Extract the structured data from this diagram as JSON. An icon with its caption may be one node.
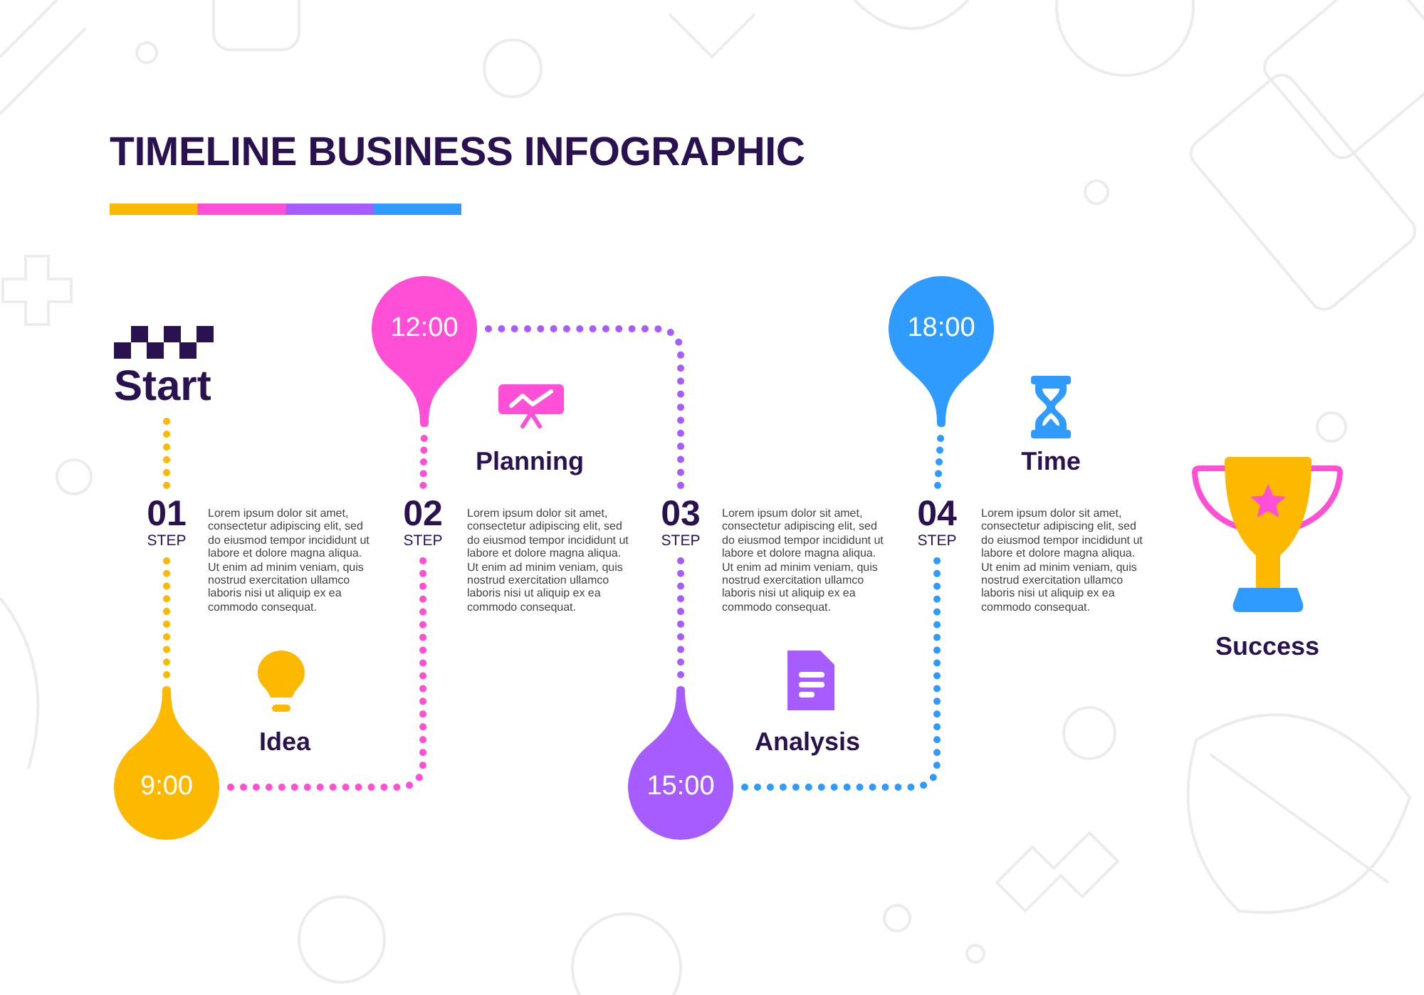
{
  "diagram": {
    "title": "TIMELINE BUSINESS INFOGRAPHIC",
    "nodes": [
      {
        "text": [
          "Start"
        ]
      },
      {
        "text": [
          "01",
          "STEP"
        ],
        "beside": [
          "Lorem ipsum dolor sit amet, consectetur adipiscing elit, sed do eiusmod tempor incididunt ut labore et dolore magna aliqua. Ut enim ad minim veniam, quis nostrud exercitation ullamco laboris nisi ut aliquip ex ea commodo consequat."
        ]
      },
      {
        "text": [
          "9:00"
        ],
        "beside": [
          "Idea"
        ]
      },
      {
        "text": [
          "02",
          "STEP"
        ],
        "beside": [
          "Lorem ipsum dolor sit amet, consectetur adipiscing elit, sed do eiusmod tempor incididunt ut labore et dolore magna aliqua. Ut enim ad minim veniam, quis nostrud exercitation ullamco laboris nisi ut aliquip ex ea commodo consequat."
        ]
      },
      {
        "text": [
          "12:00"
        ],
        "beside": [
          "Planning"
        ]
      },
      {
        "text": [
          "03",
          "STEP"
        ],
        "beside": [
          "Lorem ipsum dolor sit amet, consectetur adipiscing elit, sed do eiusmod tempor incididunt ut labore et dolore magna aliqua. Ut enim ad minim veniam, quis nostrud exercitation ullamco laboris nisi ut aliquip ex ea commodo consequat."
        ]
      },
      {
        "text": [
          "15:00"
        ],
        "beside": [
          "Analysis"
        ]
      },
      {
        "text": [
          "04",
          "STEP"
        ],
        "beside": [
          "Lorem ipsum dolor sit amet, consectetur adipiscing elit, sed do eiusmod tempor incididunt ut labore et dolore magna aliqua. Ut enim ad minim veniam, quis nostrud exercitation ullamco laboris nisi ut aliquip ex ea commodo consequat."
        ]
      },
      {
        "text": [
          "18:00"
        ],
        "beside": [
          "Time"
        ]
      }
    ],
    "edges": [
      {
        "from": 0,
        "to": 1,
        "arrow": "none",
        "color": "#fcb900"
      },
      {
        "from": 1,
        "to": 2,
        "arrow": "none",
        "color": "#fcb900"
      },
      {
        "from": 2,
        "to": 3,
        "arrow": "none",
        "color": "#ff4fd6"
      },
      {
        "from": 3,
        "to": 4,
        "arrow": "none",
        "color": "#ff4fd6"
      },
      {
        "from": 4,
        "to": 5,
        "arrow": "none",
        "color": "#a65cff"
      },
      {
        "from": 5,
        "to": 6,
        "arrow": "none",
        "color": "#a65cff"
      },
      {
        "from": 6,
        "to": 7,
        "arrow": "none",
        "color": "#2f9bff"
      },
      {
        "from": 7,
        "to": 8,
        "arrow": "none",
        "color": "#2f9bff"
      }
    ],
    "labels": [
      "Success"
    ]
  }
}
